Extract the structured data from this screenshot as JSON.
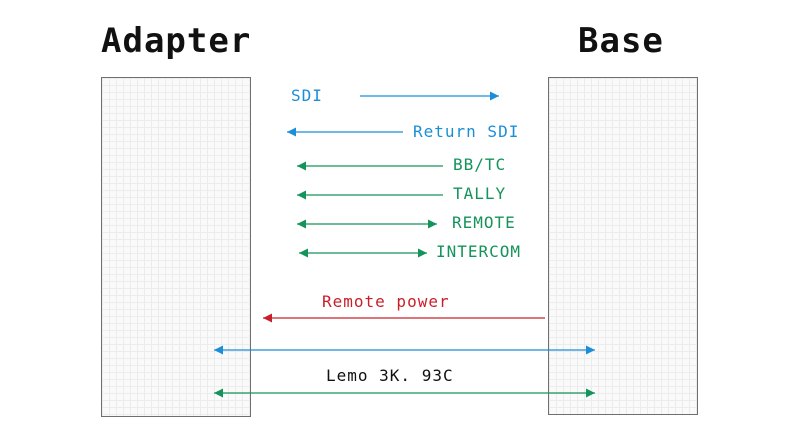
{
  "colors": {
    "blue": "#1a8ed6",
    "green": "#14935a",
    "red": "#c8202a",
    "black": "#111111"
  },
  "left_block": {
    "title": "Adapter"
  },
  "right_block": {
    "title": "Base"
  },
  "signals": [
    {
      "id": "sdi",
      "label": "SDI",
      "color": "blue",
      "direction": "adapter-to-base"
    },
    {
      "id": "return-sdi",
      "label": "Return SDI",
      "color": "blue",
      "direction": "base-to-adapter"
    },
    {
      "id": "bbtc",
      "label": "BB/TC",
      "color": "green",
      "direction": "base-to-adapter"
    },
    {
      "id": "tally",
      "label": "TALLY",
      "color": "green",
      "direction": "base-to-adapter"
    },
    {
      "id": "remote",
      "label": "REMOTE",
      "color": "green",
      "direction": "bidirectional"
    },
    {
      "id": "intercom",
      "label": "INTERCOM",
      "color": "green",
      "direction": "bidirectional"
    },
    {
      "id": "remote-power",
      "label": "Remote power",
      "color": "red",
      "direction": "base-to-adapter"
    },
    {
      "id": "lemo-blue",
      "label": "",
      "color": "blue",
      "direction": "bidirectional"
    },
    {
      "id": "lemo-green",
      "label": "",
      "color": "green",
      "direction": "bidirectional"
    }
  ],
  "connector": {
    "label": "Lemo 3K. 93C"
  }
}
